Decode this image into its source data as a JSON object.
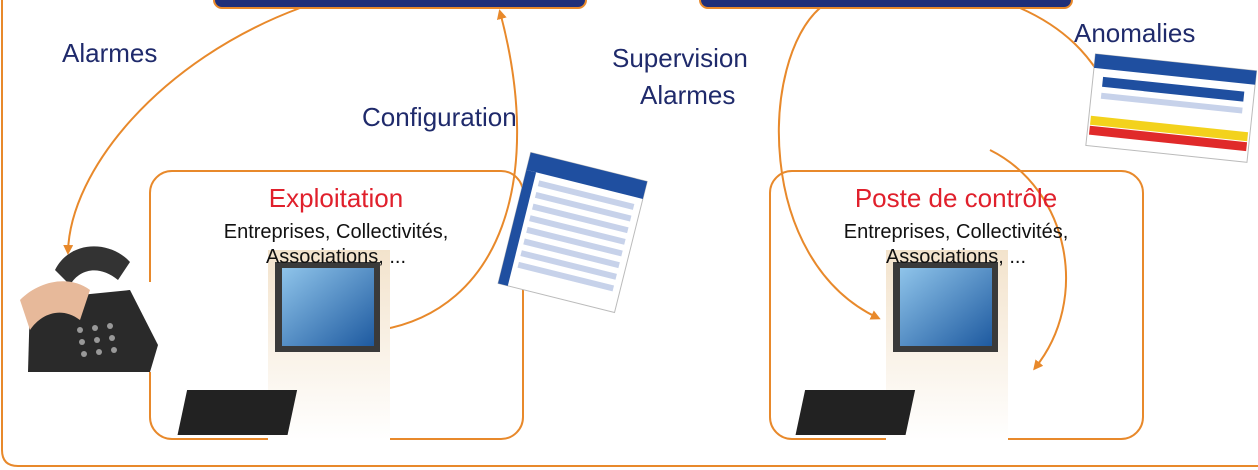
{
  "diagram": {
    "colors": {
      "accent": "#e8892b",
      "header_blue": "#1f2f7a",
      "label_blue": "#1f2a6b",
      "title_red": "#e0202c"
    },
    "left": {
      "arrow_labels": {
        "alarms": "Alarmes",
        "configuration": "Configuration"
      },
      "box": {
        "title": "Exploitation",
        "line1": "Entreprises, Collectivités,",
        "line2": "Associations, ..."
      }
    },
    "right": {
      "arrow_labels": {
        "supervision": "Supervision",
        "alarms": "Alarmes",
        "anomalies": "Anomalies"
      },
      "box": {
        "title": "Poste de contrôle",
        "line1": "Entreprises, Collectivités,",
        "line2": "Associations, ..."
      }
    },
    "icons": [
      "phone-icon",
      "computer-monitor-icon",
      "report-document-icon"
    ]
  }
}
